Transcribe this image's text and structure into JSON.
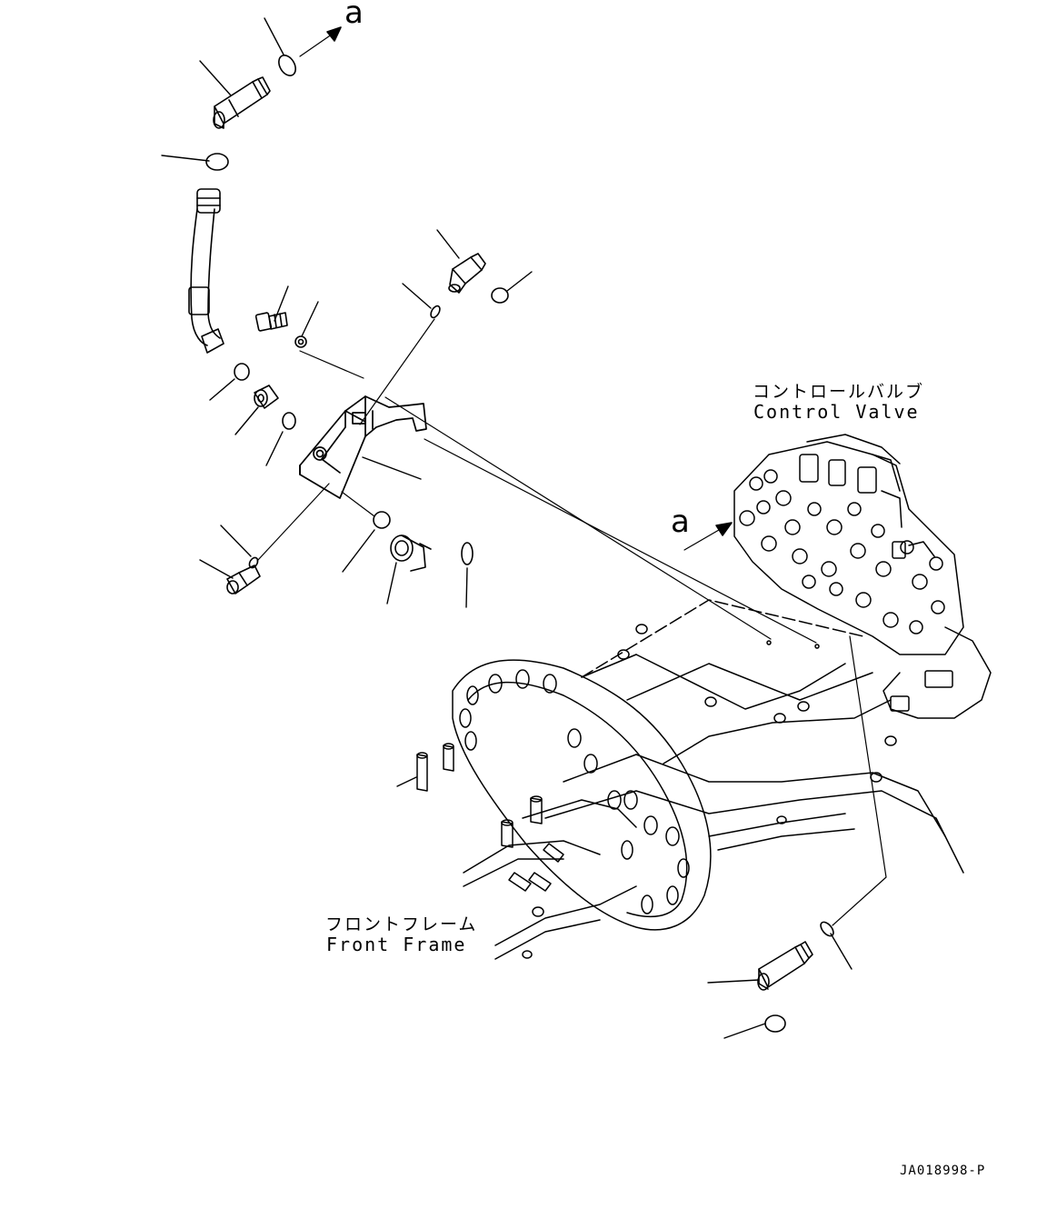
{
  "labels": {
    "control_valve_jp": "コントロールバルブ",
    "control_valve_en": "Control Valve",
    "front_frame_jp": "フロントフレーム",
    "front_frame_en": "Front Frame",
    "view_mark_a": "a",
    "drawing_number": "JA018998-P"
  }
}
